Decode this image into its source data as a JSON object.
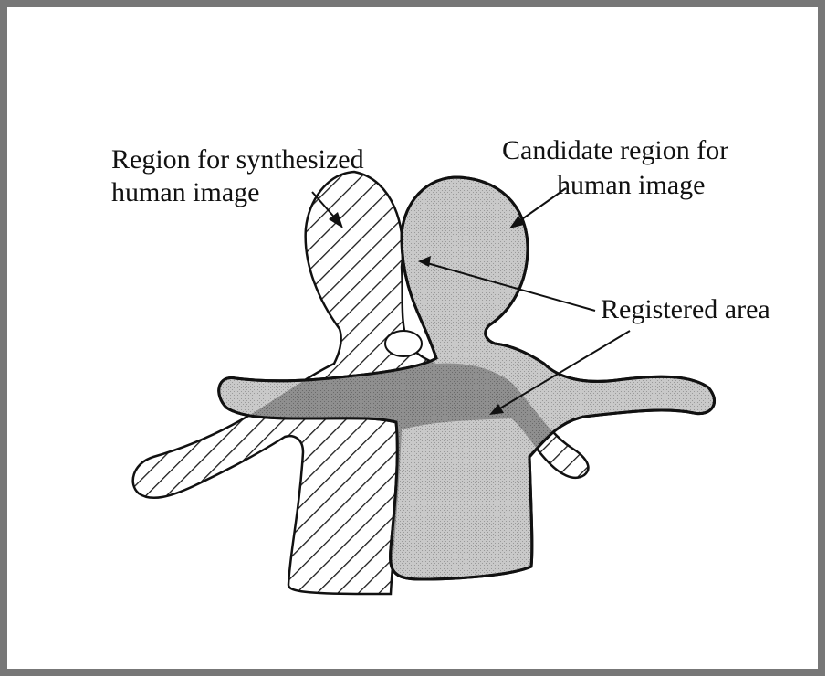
{
  "labels": {
    "synthesized_region_line1": "Region for synthesized",
    "synthesized_region_line2": "human image",
    "candidate_region_line1": "Candidate region for",
    "candidate_region_line2": "human image",
    "registered_area": "Registered area"
  },
  "colors": {
    "border": "#777777",
    "candidate_fill": "#c4c4c4",
    "overlap_fill": "#8e8e8e",
    "hatch_stroke": "#1a1a1a",
    "outline": "#111111"
  }
}
